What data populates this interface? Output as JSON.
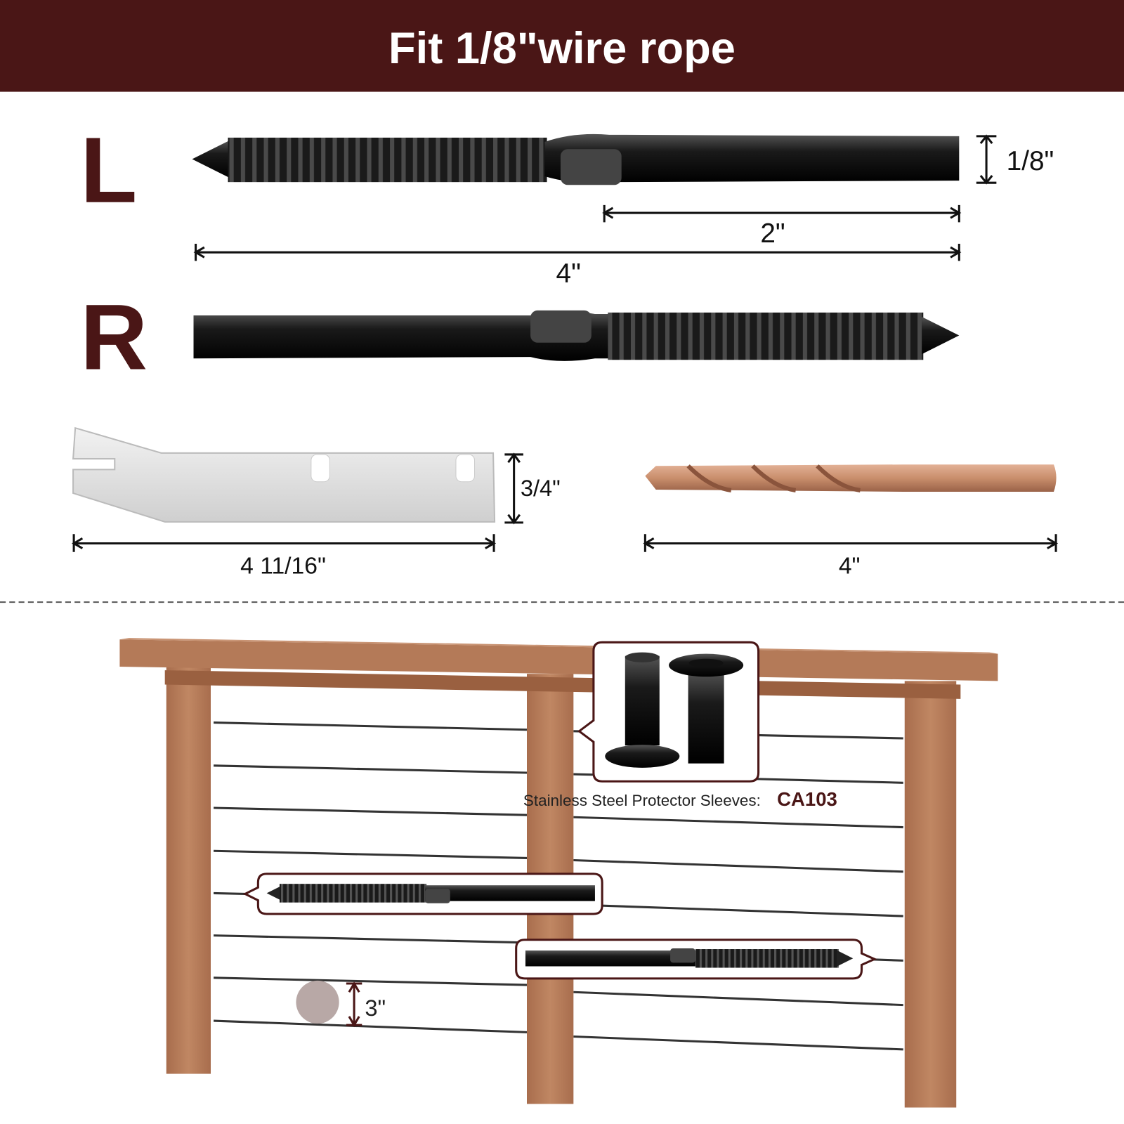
{
  "header": {
    "title": "Fit 1/8\"wire rope"
  },
  "colors": {
    "header_bg": "#4a1616",
    "accent": "#4a1616",
    "wood": "#b47a58",
    "copper": "#c98e6c",
    "steel": "#d9d9d9"
  },
  "labels": {
    "left": "L",
    "right": "R"
  },
  "dimensions": {
    "diameter": "1/8\"",
    "threaded_length": "2\"",
    "total_length": "4\"",
    "tool_height": "3/4\"",
    "tool_length": "4 11/16\"",
    "drill_length": "4\""
  },
  "callouts": {
    "sleeves_caption": "Stainless Steel Protector Sleeves:",
    "sleeves_code": "CA103",
    "spacing": "3\""
  }
}
